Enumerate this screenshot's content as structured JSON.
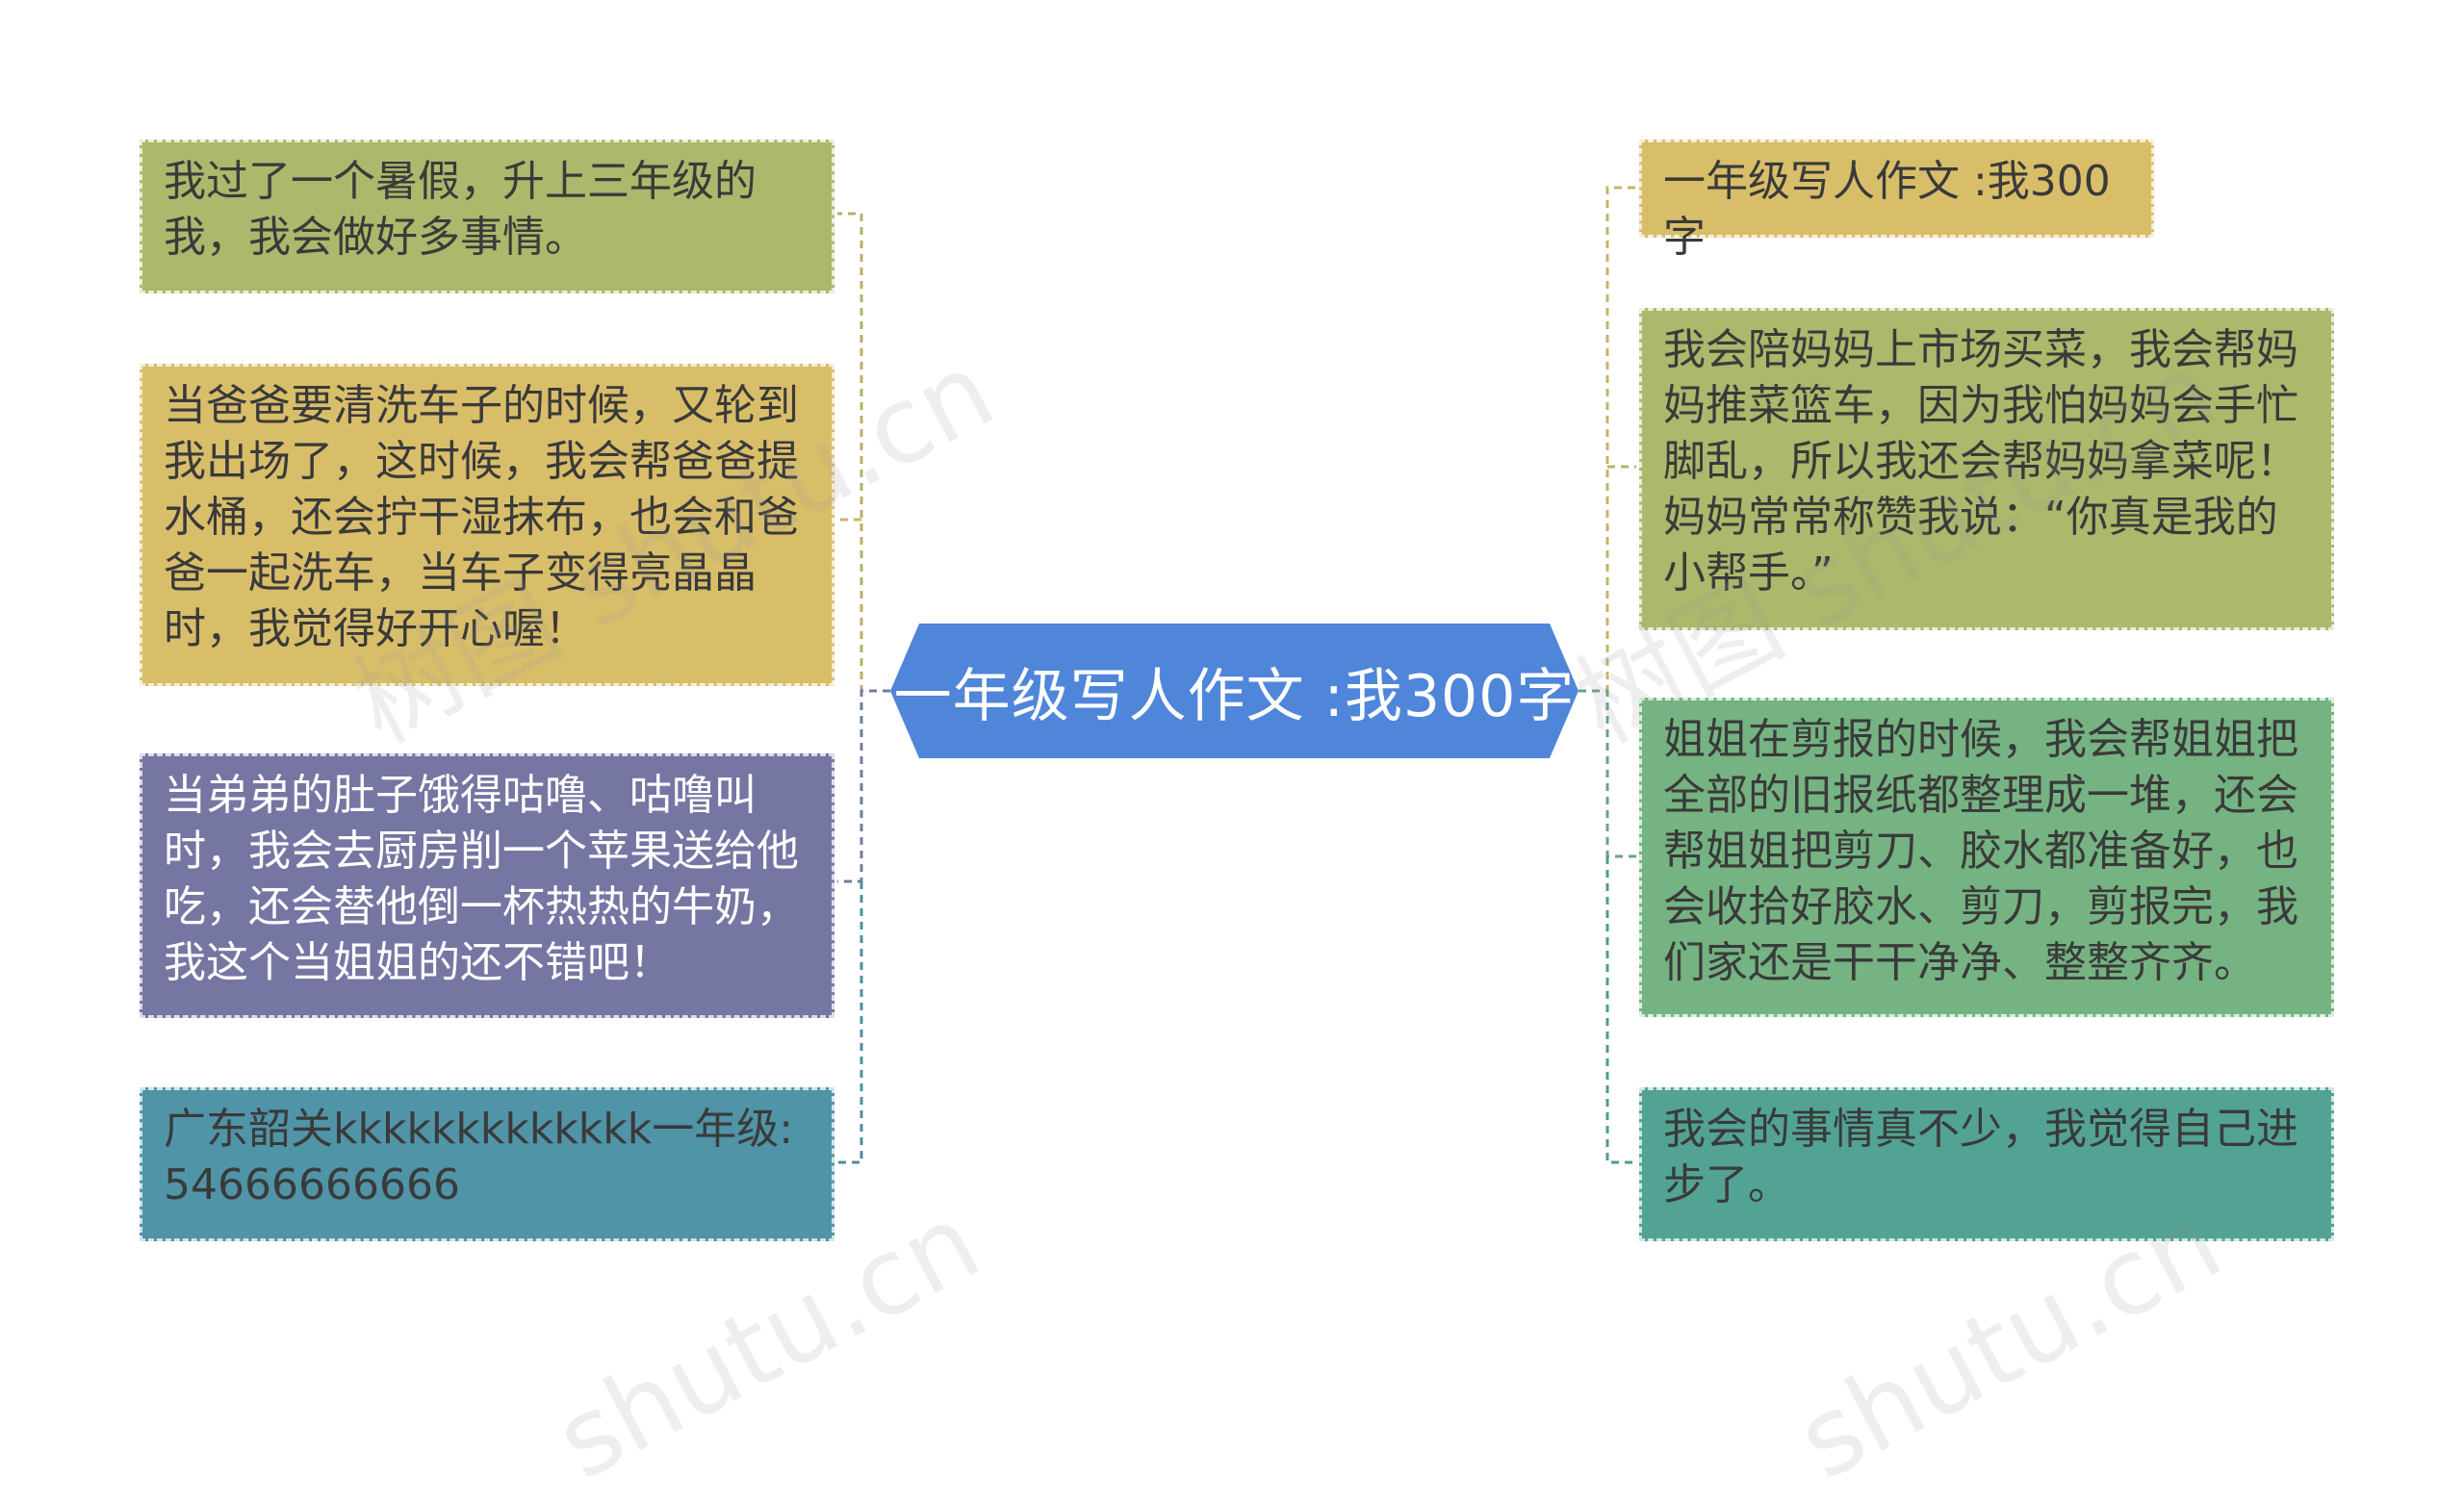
{
  "central_topic": "一年级写人作文 :我300字",
  "left_branches": [
    {
      "text": "我过了一个暑假，升上三年级的我，我会做好多事情。",
      "color": "#aab96b"
    },
    {
      "text": "当爸爸要清洗车子的时候，又轮到我出场了，这时候，我会帮爸爸提水桶，还会拧干湿抹布，也会和爸爸一起洗车，当车子变得亮晶晶时，我觉得好开心喔！",
      "color": "#d9be6a"
    },
    {
      "text": "当弟弟的肚子饿得咕噜、咕噜叫时，我会去厨房削一个苹果送给他吃，还会替他倒一杯热热的牛奶，我这个当姐姐的还不错吧！",
      "color": "#7676a3"
    },
    {
      "text": "广东韶关kkkkkkkkkkkkk一年级:54666666666",
      "color": "#5094a8"
    }
  ],
  "right_branches": [
    {
      "text": "一年级写人作文 :我300字",
      "color": "#d9be6a"
    },
    {
      "text": "我会陪妈妈上市场买菜，我会帮妈妈推菜篮车，因为我怕妈妈会手忙脚乱，所以我还会帮妈妈拿菜呢！妈妈常常称赞我说：“你真是我的小帮手。”",
      "color": "#aab96b"
    },
    {
      "text": "姐姐在剪报的时候，我会帮姐姐把全部的旧报纸都整理成一堆，还会帮姐姐把剪刀、胶水都准备好，也会收拾好胶水、剪刀，剪报完，我们家还是干干净净、整整齐齐。",
      "color": "#75b382"
    },
    {
      "text": "我会的事情真不少，我觉得自己进步了。",
      "color": "#52a394"
    }
  ],
  "watermarks": [
    "树图 shutu.cn",
    "树图 shutu.cn",
    "shutu.cn",
    "shutu.cn"
  ],
  "colors": {
    "root": "#4f86d9",
    "background": "#ffffff"
  }
}
